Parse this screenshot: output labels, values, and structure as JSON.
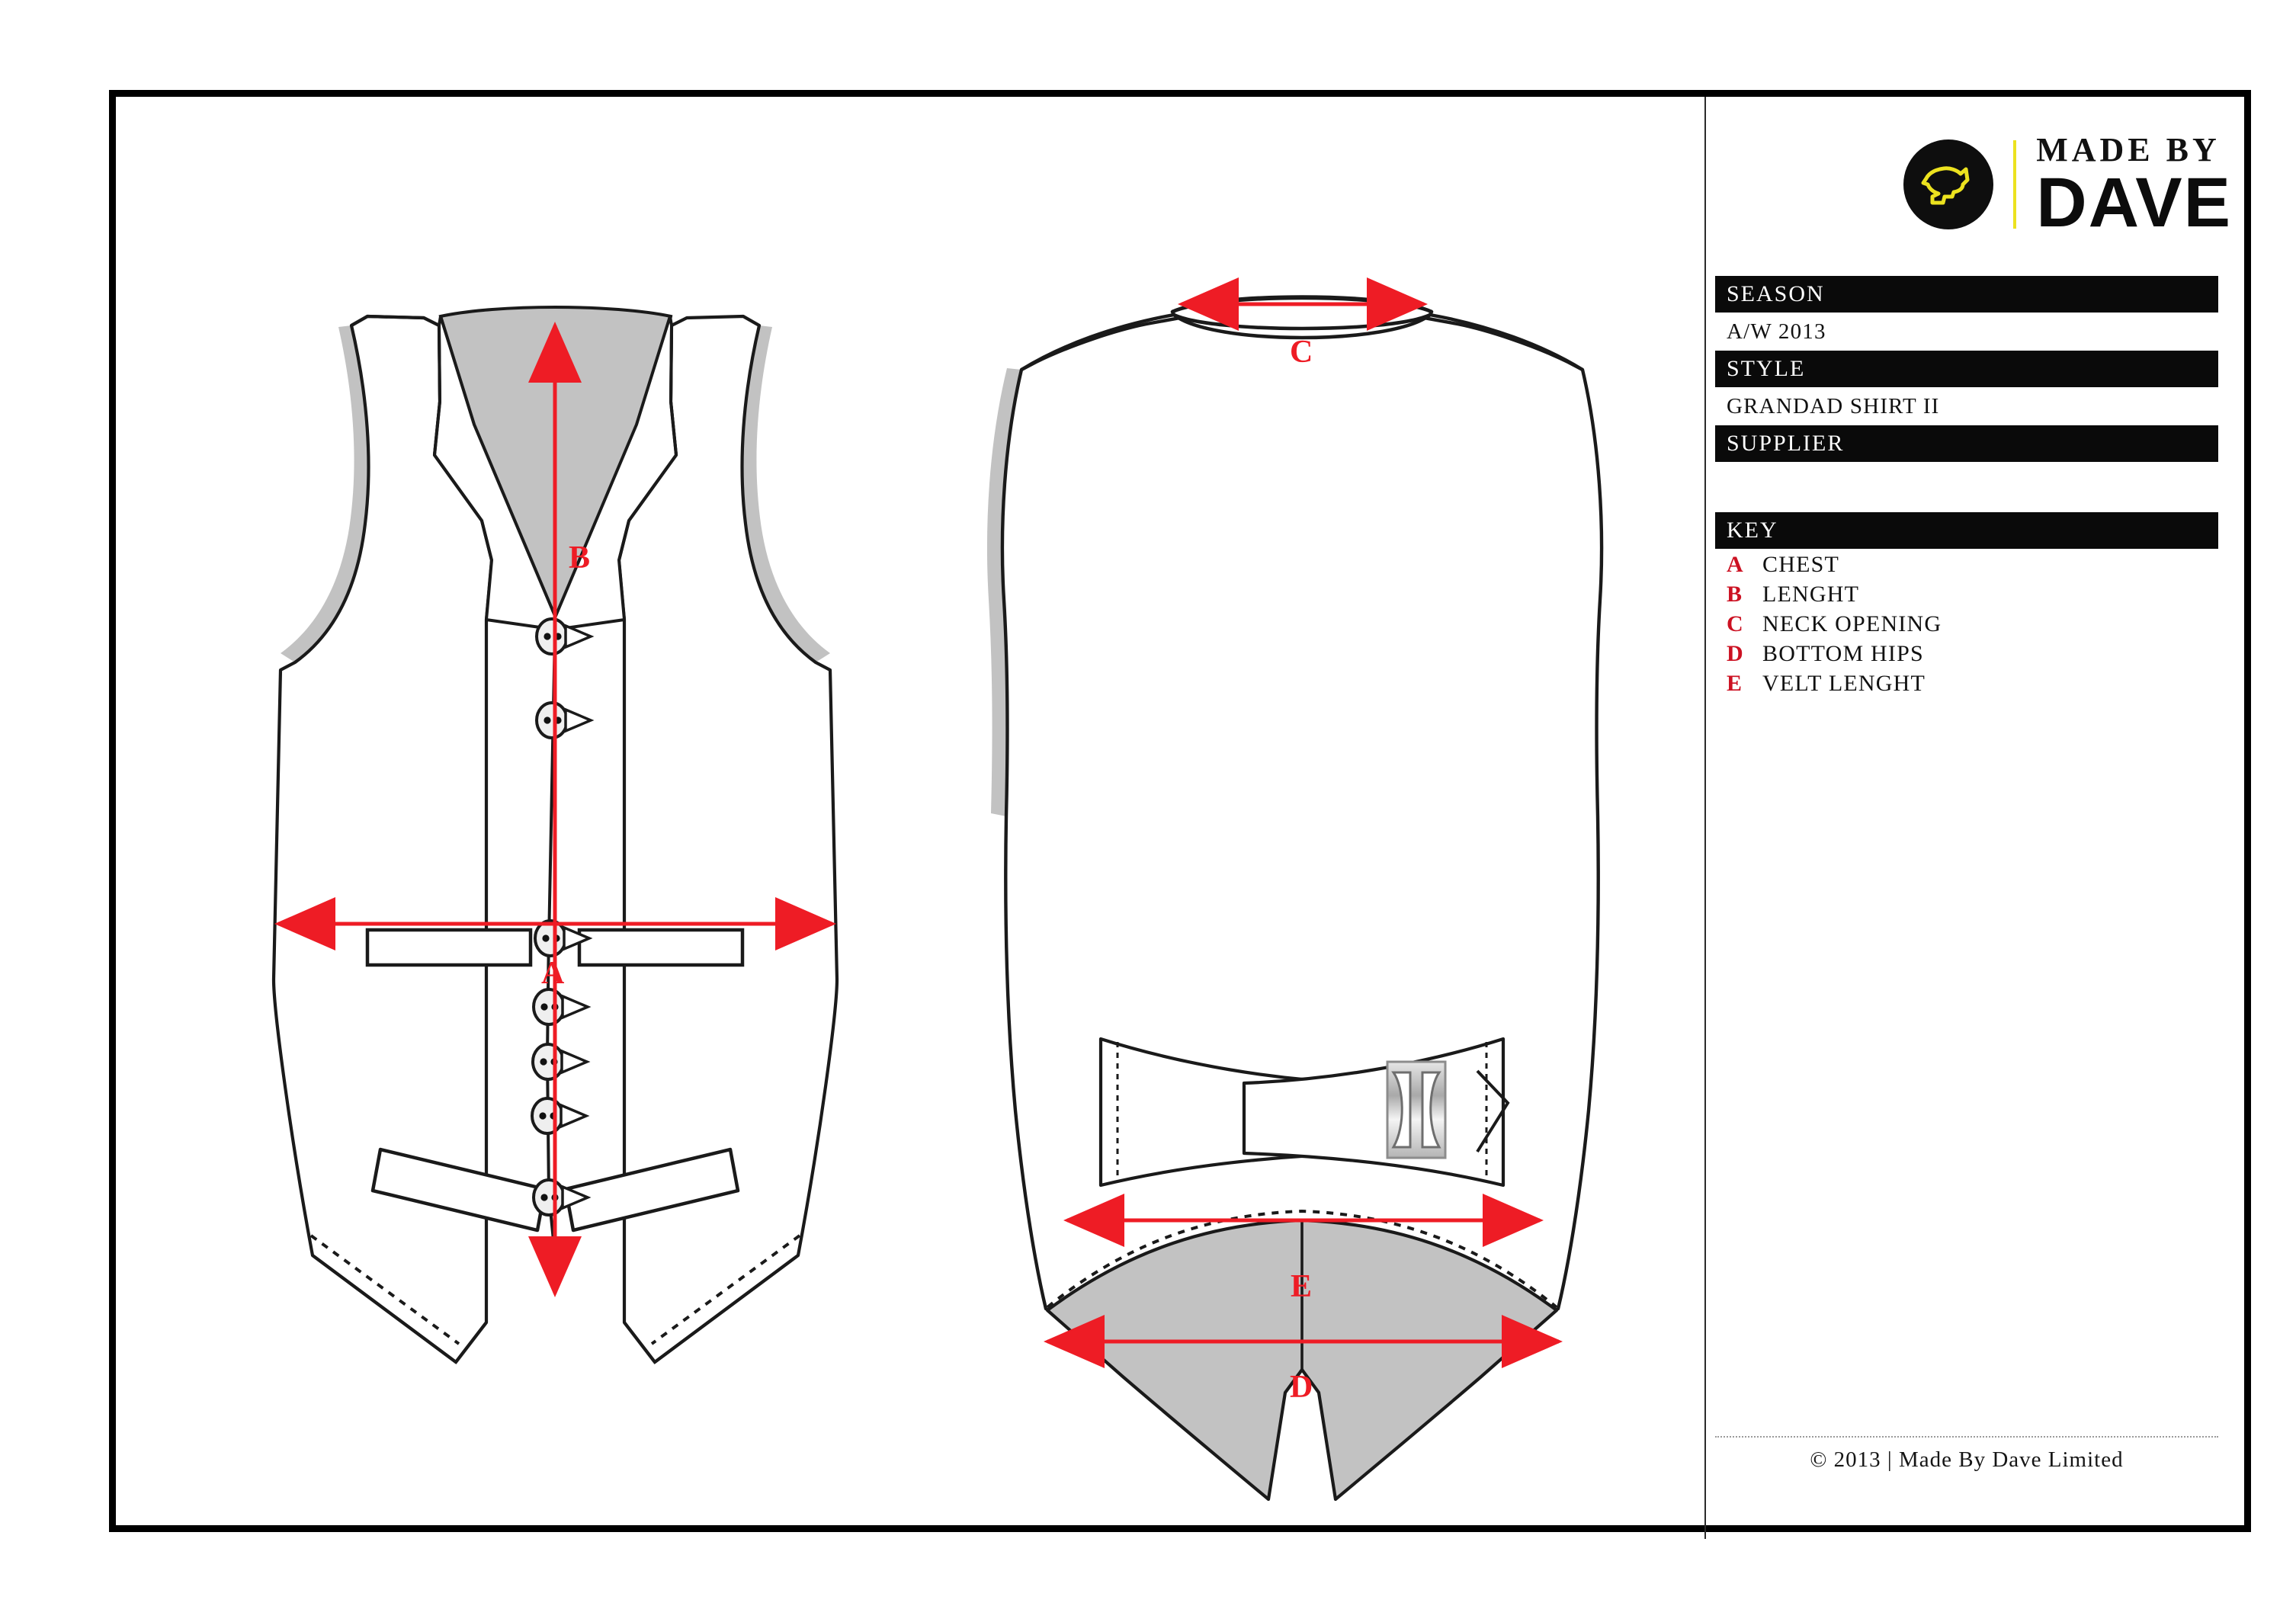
{
  "brand": {
    "logo_icon": "dog-head-logo-icon",
    "line1": "MADE BY",
    "line2": "DAVE",
    "accent_yellow": "#ece21f",
    "mark_background": "#0e0e0e"
  },
  "spec_table": {
    "rows": [
      {
        "header": "SEASON",
        "value": "A/W 2013"
      },
      {
        "header": "STYLE",
        "value": "GRANDAD SHIRT II"
      },
      {
        "header": "SUPPLIER",
        "value": ""
      }
    ]
  },
  "key": {
    "header": "KEY",
    "letter_color": "#cc1122",
    "items": [
      {
        "letter": "A",
        "label": "CHEST"
      },
      {
        "letter": "B",
        "label": "LENGHT"
      },
      {
        "letter": "C",
        "label": "NECK OPENING"
      },
      {
        "letter": "D",
        "label": "BOTTOM HIPS"
      },
      {
        "letter": "E",
        "label": "VELT LENGHT"
      }
    ]
  },
  "footer": {
    "text": "© 2013 | Made By Dave Limited"
  },
  "technical_drawing": {
    "title": "waistcoat-technical-flat-front-and-back",
    "front_view": {
      "name": "front-view",
      "features": [
        "notched-lapel",
        "v-neck-opening",
        "seven-button-placket",
        "two-chest-welt-pockets",
        "two-angled-lower-welt-pockets",
        "pointed-hem"
      ],
      "button_count": 7,
      "measurement_labels": [
        "A",
        "B"
      ]
    },
    "back_view": {
      "name": "back-view",
      "features": [
        "collar-band",
        "adjustable-back-belt",
        "metal-slide-buckle",
        "curved-hem",
        "center-back-vent"
      ],
      "measurement_labels": [
        "C",
        "D",
        "E"
      ]
    },
    "measurement_markers": [
      {
        "label": "A",
        "measures": "CHEST",
        "view": "front",
        "orientation": "horizontal"
      },
      {
        "label": "B",
        "measures": "LENGHT",
        "view": "front",
        "orientation": "vertical"
      },
      {
        "label": "C",
        "measures": "NECK OPENING",
        "view": "back",
        "orientation": "horizontal"
      },
      {
        "label": "D",
        "measures": "BOTTOM HIPS",
        "view": "back",
        "orientation": "horizontal"
      },
      {
        "label": "E",
        "measures": "VELT LENGHT",
        "view": "back",
        "orientation": "horizontal"
      }
    ],
    "line_color": "#1a1a1a",
    "fill_shade": "#c2c2c2",
    "measure_color": "#ee1c25"
  }
}
